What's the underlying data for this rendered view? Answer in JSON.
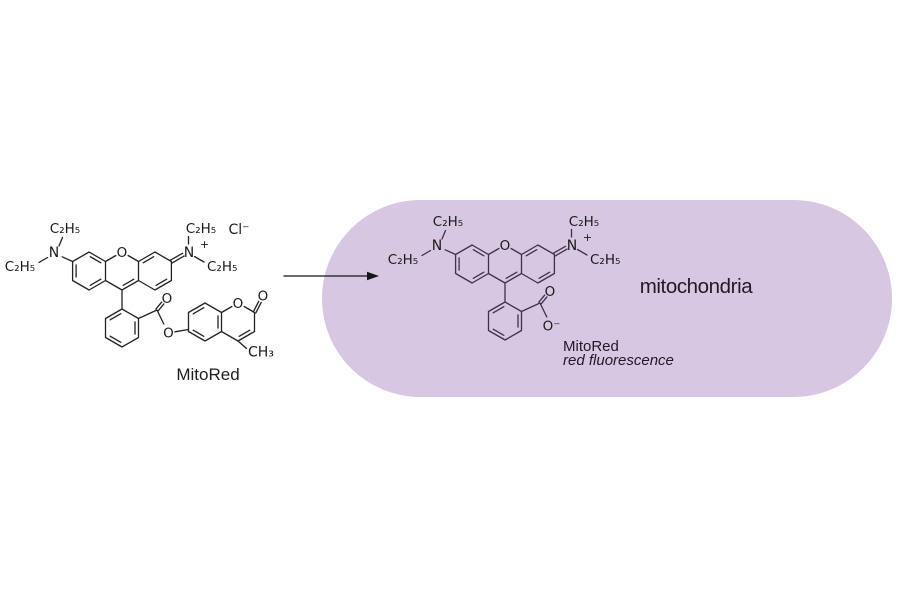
{
  "figure": {
    "left_molecule": {
      "name": "MitoRed",
      "atom_labels": {
        "ethyl": "C₂H₅",
        "amine_n": "N",
        "iminium_n": "N",
        "iminium_charge": "+",
        "xanthene_o": "O",
        "chloride": "Cl⁻",
        "ester_carbonyl_o": "O",
        "ester_o": "O",
        "lactone_o": "O",
        "lactone_carbonyl_o": "O",
        "methyl": "CH₃"
      }
    },
    "right_molecule": {
      "name": "MitoRed",
      "caption": "red fluorescence",
      "atom_labels": {
        "ethyl": "C₂H₅",
        "amine_n": "N",
        "iminium_n": "N",
        "iminium_charge": "+",
        "xanthene_o": "O",
        "carboxyl_o": "O",
        "carboxylate_o": "O⁻"
      }
    },
    "compartment": {
      "label": "mitochondria",
      "fill": "#d8c7e3"
    },
    "reaction_arrow": {
      "direction": "left-to-right"
    }
  },
  "colors": {
    "background": "#ffffff",
    "bond": "#232323",
    "bond_in_compartment": "#41304a",
    "text": "#1a1a1a",
    "text_in_compartment": "#241826",
    "compartment_fill": "#d8c7e3"
  }
}
